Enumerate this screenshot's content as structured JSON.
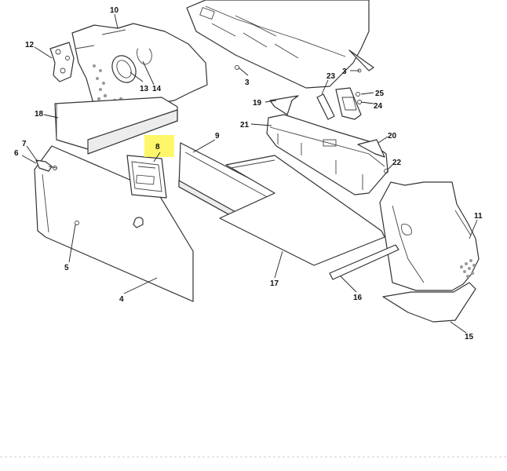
{
  "diagram": {
    "callouts": [
      {
        "id": "c10",
        "text": "10"
      },
      {
        "id": "c12",
        "text": "12"
      },
      {
        "id": "c13",
        "text": "13"
      },
      {
        "id": "c14",
        "text": "14"
      },
      {
        "id": "c18",
        "text": "18"
      },
      {
        "id": "c7",
        "text": "7"
      },
      {
        "id": "c6",
        "text": "6"
      },
      {
        "id": "c8",
        "text": "8"
      },
      {
        "id": "c9",
        "text": "9"
      },
      {
        "id": "c5",
        "text": "5"
      },
      {
        "id": "c4",
        "text": "4"
      },
      {
        "id": "c3a",
        "text": "3"
      },
      {
        "id": "c3b",
        "text": "3"
      },
      {
        "id": "c23",
        "text": "23"
      },
      {
        "id": "c25",
        "text": "25"
      },
      {
        "id": "c24",
        "text": "24"
      },
      {
        "id": "c19",
        "text": "19"
      },
      {
        "id": "c21",
        "text": "21"
      },
      {
        "id": "c20",
        "text": "20"
      },
      {
        "id": "c22",
        "text": "22"
      },
      {
        "id": "c11",
        "text": "11"
      },
      {
        "id": "c17",
        "text": "17"
      },
      {
        "id": "c16",
        "text": "16"
      },
      {
        "id": "c15",
        "text": "15"
      }
    ],
    "highlight_color": "#fff44f",
    "highlighted_callout": "8"
  }
}
